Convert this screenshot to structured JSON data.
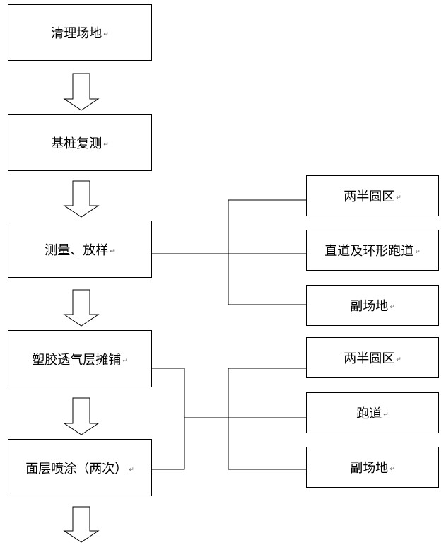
{
  "steps": [
    {
      "label": "清理场地"
    },
    {
      "label": "基桩复测"
    },
    {
      "label": "测量、放样"
    },
    {
      "label": "塑胶透气层摊铺"
    },
    {
      "label": "面层喷涂（两次）"
    }
  ],
  "branch_a": [
    {
      "label": "两半圆区"
    },
    {
      "label": "直道及环形跑道"
    },
    {
      "label": "副场地"
    }
  ],
  "branch_b": [
    {
      "label": "两半圆区"
    },
    {
      "label": "跑道"
    },
    {
      "label": "副场地"
    }
  ],
  "return_mark": "↵"
}
